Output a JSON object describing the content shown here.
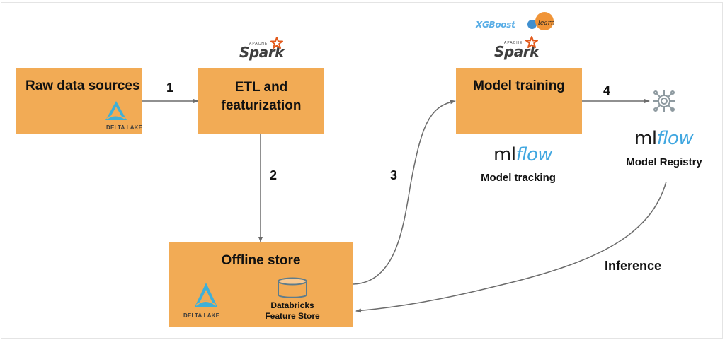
{
  "diagram": {
    "nodes": {
      "raw_data": {
        "title": "Raw data sources",
        "logo": "DELTA LAKE"
      },
      "etl": {
        "title": "ETL and featurization",
        "logo_above": "Spark",
        "logo_above_sub": "APACHE"
      },
      "offline_store": {
        "title": "Offline store",
        "logo_left": "DELTA LAKE",
        "store_label_1": "Databricks",
        "store_label_2": "Feature Store"
      },
      "model_training": {
        "title": "Model training",
        "logos_above": [
          "XGBoost",
          "learn",
          "Spark"
        ],
        "spark_sub": "APACHE",
        "mlflow_ml": "ml",
        "mlflow_flow": "flow",
        "caption": "Model tracking"
      },
      "model_registry": {
        "mlflow_ml": "ml",
        "mlflow_flow": "flow",
        "caption": "Model Registry"
      }
    },
    "edges": [
      {
        "from": "raw_data",
        "to": "etl",
        "label": "1"
      },
      {
        "from": "etl",
        "to": "offline_store",
        "label": "2"
      },
      {
        "from": "offline_store",
        "to": "model_training",
        "label": "3"
      },
      {
        "from": "model_training",
        "to": "model_registry",
        "label": "4"
      },
      {
        "from": "model_registry",
        "to": "offline_store",
        "label": "Inference"
      }
    ],
    "colors": {
      "box_fill": "#f2ab55",
      "arrow": "#6b6b6b",
      "delta_blue": "#3fb0d8",
      "mlflow_blue": "#41a7e0",
      "spark_orange": "#e25a1c"
    }
  }
}
